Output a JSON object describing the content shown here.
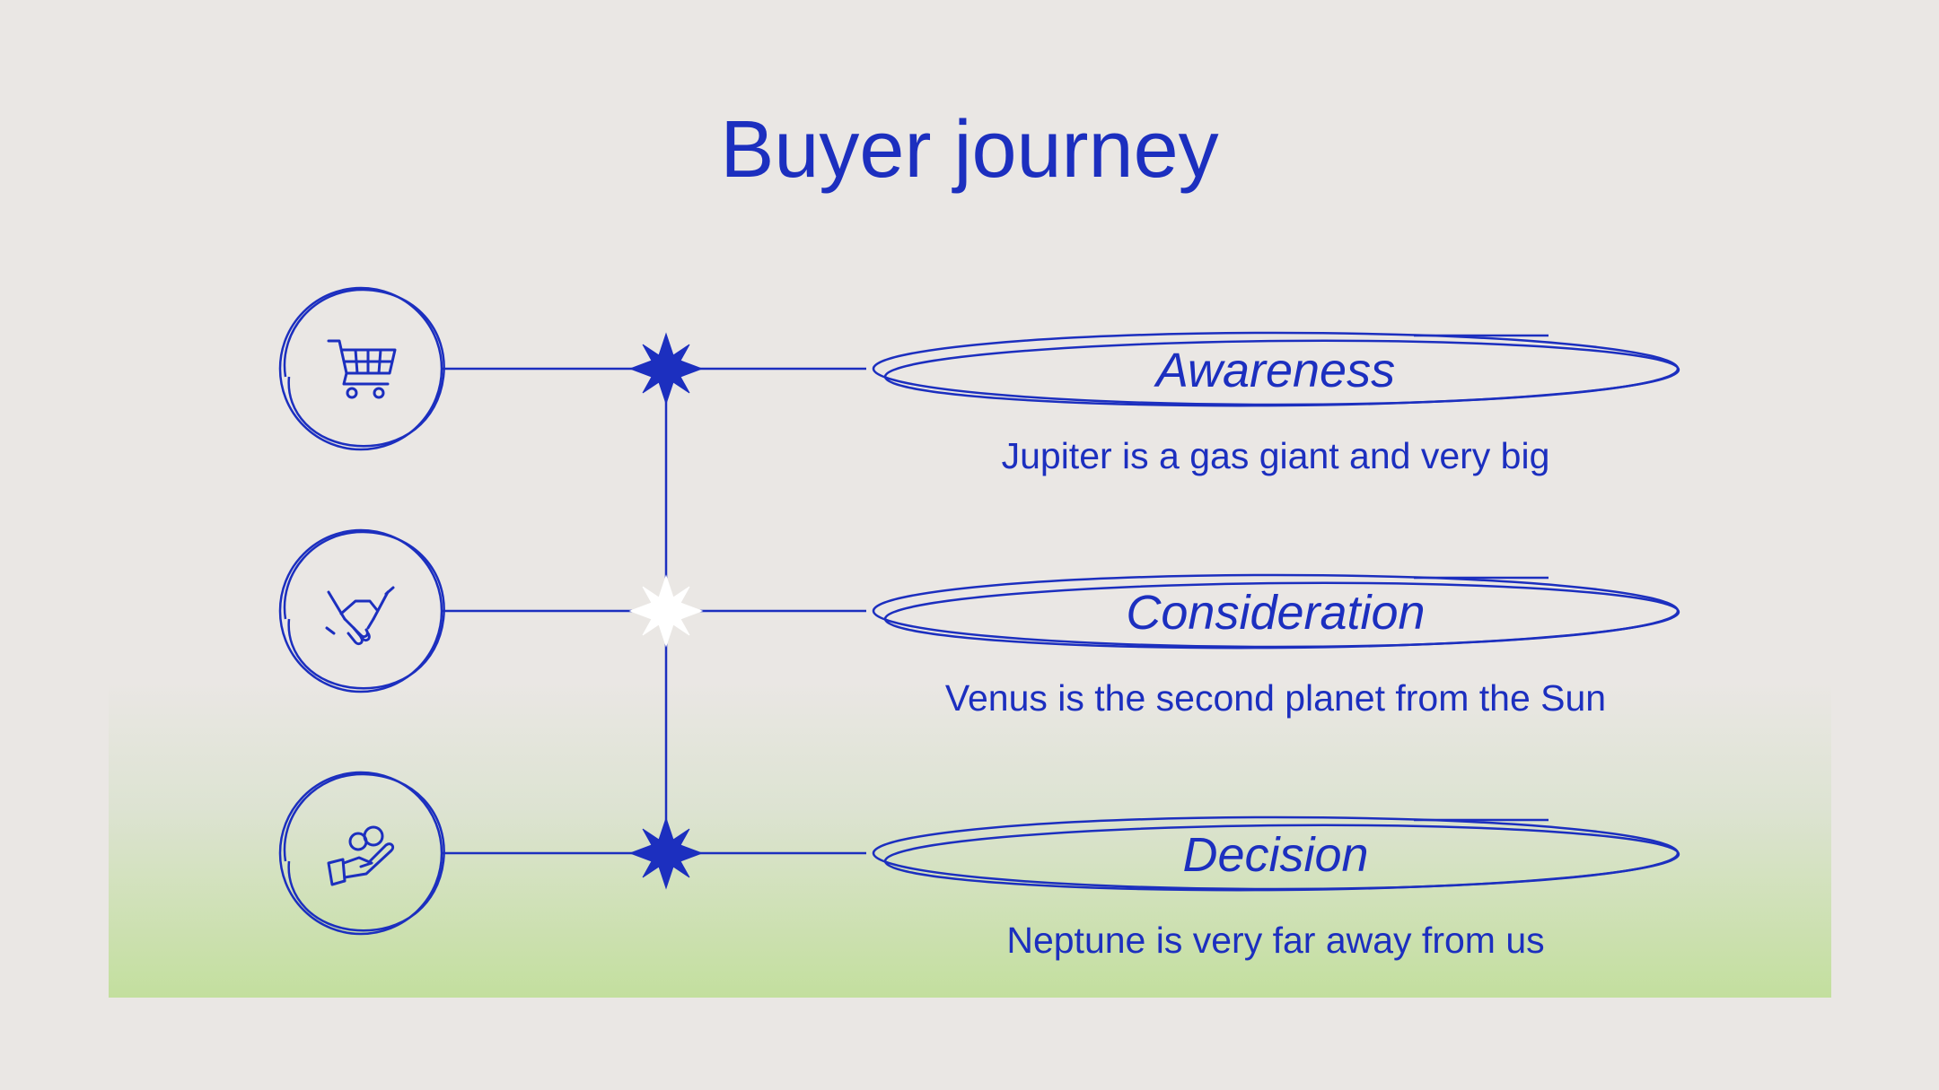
{
  "title": "Buyer journey",
  "colors": {
    "accent": "#1C2FBF",
    "background": "#EAE7E4",
    "gradient_bottom": "#C3DF9E",
    "star_highlight": "#FFFFFF"
  },
  "stages": [
    {
      "name": "Awareness",
      "description": "Jupiter is a gas giant and very big",
      "icon": "shopping-cart-icon",
      "marker": "filled"
    },
    {
      "name": "Consideration",
      "description": "Venus is the second planet from the Sun",
      "icon": "handshake-icon",
      "marker": "white"
    },
    {
      "name": "Decision",
      "description": "Neptune is very far away from us",
      "icon": "hand-coins-icon",
      "marker": "filled"
    }
  ]
}
